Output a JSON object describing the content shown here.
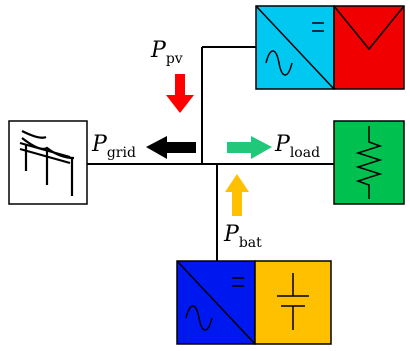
{
  "labels": {
    "pv": {
      "symbol": "P",
      "sub": "pv"
    },
    "grid": {
      "symbol": "P",
      "sub": "grid"
    },
    "load": {
      "symbol": "P",
      "sub": "load"
    },
    "bat": {
      "symbol": "P",
      "sub": "bat"
    }
  },
  "colors": {
    "pv_inverter": "#00c8f0",
    "pv_panel": "#f00000",
    "load": "#00c050",
    "bat_inverter": "#0018f0",
    "battery": "#ffc000",
    "arrow_pv": "#ff0000",
    "arrow_grid": "#000000",
    "arrow_load": "#22c87a",
    "arrow_bat": "#ffc000"
  },
  "icons": {
    "grid": "power-pylon-icon",
    "pv_inverter": "ac-dc-inverter-icon",
    "pv_panel": "solar-panel-icon",
    "load": "resistor-load-icon",
    "bat_inverter": "ac-dc-inverter-icon",
    "battery": "battery-icon"
  }
}
